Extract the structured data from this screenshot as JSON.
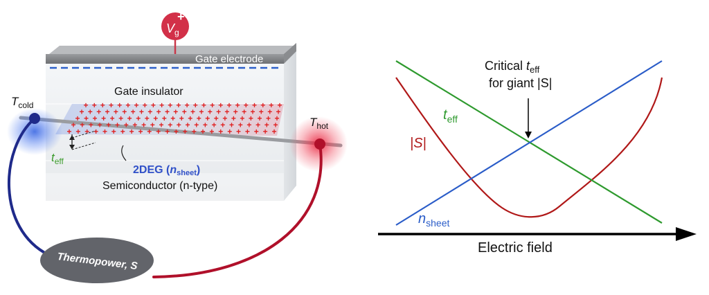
{
  "left_panel": {
    "gate_voltage": {
      "symbol": "V",
      "subscript": "g",
      "sign": "+"
    },
    "gate_electrode_label": "Gate electrode",
    "gate_insulator_label": "Gate insulator",
    "semiconductor_label": "Semiconductor (n-type)",
    "twodeg_label": {
      "main": "2DEG (",
      "n": "n",
      "sub": "sheet",
      "close": ")"
    },
    "t_cold": {
      "main": "T",
      "sub": "cold"
    },
    "t_hot": {
      "main": "T",
      "sub": "hot"
    },
    "t_eff": {
      "main": "t",
      "sub": "eff"
    },
    "thermopower_label": "Thermopower, S",
    "colors": {
      "gate_minus": "#2b5fc9",
      "plus": "#e02020",
      "cold": "#1f2a8a",
      "hot": "#b0102a",
      "twodeg": "#3050c8",
      "teff": "#3a9a2a"
    }
  },
  "right_panel": {
    "critical_line1": {
      "prefix": "Critical ",
      "t": "t",
      "sub": "eff"
    },
    "critical_line2": "for giant |S|",
    "curve_teff": {
      "main": "t",
      "sub": "eff"
    },
    "curve_s": "|S|",
    "curve_n": {
      "main": "n",
      "sub": "sheet"
    },
    "axis_label": "Electric field",
    "colors": {
      "teff": "#2e9a2e",
      "s": "#b01818",
      "n": "#2a5cc8",
      "axis": "#000000"
    }
  }
}
